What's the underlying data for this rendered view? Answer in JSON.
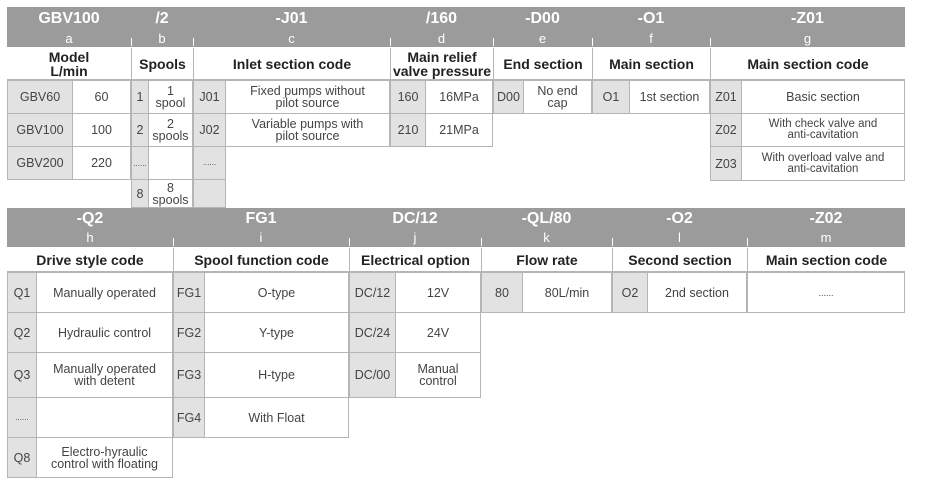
{
  "row1": {
    "codes": [
      "GBV100",
      "/2",
      "-J01",
      "/160",
      "-D00",
      "-O1",
      "-Z01"
    ],
    "letters": [
      "a",
      "b",
      "c",
      "d",
      "e",
      "f",
      "g"
    ],
    "headers": {
      "model": "Model\nL/min",
      "spools": "Spools",
      "inlet": "Inlet section code",
      "relief": "Main relief\nvalve pressure",
      "end": "End section",
      "main": "Main section",
      "main_code": "Main section code"
    },
    "model": [
      {
        "code": "GBV60",
        "value": "60"
      },
      {
        "code": "GBV100",
        "value": "100"
      },
      {
        "code": "GBV200",
        "value": "220"
      }
    ],
    "spools": [
      {
        "code": "1",
        "value": "1\nspool"
      },
      {
        "code": "2",
        "value": "2\nspools"
      },
      {
        "code": "......",
        "value": ""
      },
      {
        "code": "8",
        "value": "8\nspools"
      }
    ],
    "inlet": [
      {
        "code": "J01",
        "value": "Fixed pumps without\npilot source"
      },
      {
        "code": "J02",
        "value": "Variable pumps with\npilot source"
      },
      {
        "code": "......",
        "value": ""
      }
    ],
    "relief": [
      {
        "code": "160",
        "value": "16MPa"
      },
      {
        "code": "210",
        "value": "21MPa"
      }
    ],
    "end": [
      {
        "code": "D00",
        "value": "No end\ncap"
      }
    ],
    "main": [
      {
        "code": "O1",
        "value": "1st section"
      }
    ],
    "main_code": [
      {
        "code": "Z01",
        "value": "Basic section"
      },
      {
        "code": "Z02",
        "value": "With check valve and\nanti-cavitation"
      },
      {
        "code": "Z03",
        "value": "With overload valve and\nanti-cavitation"
      }
    ]
  },
  "row2": {
    "codes": [
      "-Q2",
      "FG1",
      "DC/12",
      "-QL/80",
      "-O2",
      "-Z02"
    ],
    "letters": [
      "h",
      "i",
      "j",
      "k",
      "l",
      "m"
    ],
    "headers": {
      "drive": "Drive style code",
      "spool_fn": "Spool function code",
      "electrical": "Electrical option",
      "flow": "Flow rate",
      "second": "Second section",
      "main_code": "Main section code"
    },
    "drive": [
      {
        "code": "Q1",
        "value": "Manually operated"
      },
      {
        "code": "Q2",
        "value": "Hydraulic control"
      },
      {
        "code": "Q3",
        "value": "Manually operated\nwith detent"
      },
      {
        "code": "......",
        "value": ""
      },
      {
        "code": "Q8",
        "value": "Electro-hyraulic\ncontrol with floating"
      }
    ],
    "spool_fn": [
      {
        "code": "FG1",
        "value": "O-type"
      },
      {
        "code": "FG2",
        "value": "Y-type"
      },
      {
        "code": "FG3",
        "value": "H-type"
      },
      {
        "code": "FG4",
        "value": "With Float"
      }
    ],
    "electrical": [
      {
        "code": "DC/12",
        "value": "12V"
      },
      {
        "code": "DC/24",
        "value": "24V"
      },
      {
        "code": "DC/00",
        "value": "Manual\ncontrol"
      }
    ],
    "flow": [
      {
        "code": "80",
        "value": "80L/min"
      }
    ],
    "second": [
      {
        "code": "O2",
        "value": "2nd section"
      }
    ],
    "main_code": "......"
  }
}
